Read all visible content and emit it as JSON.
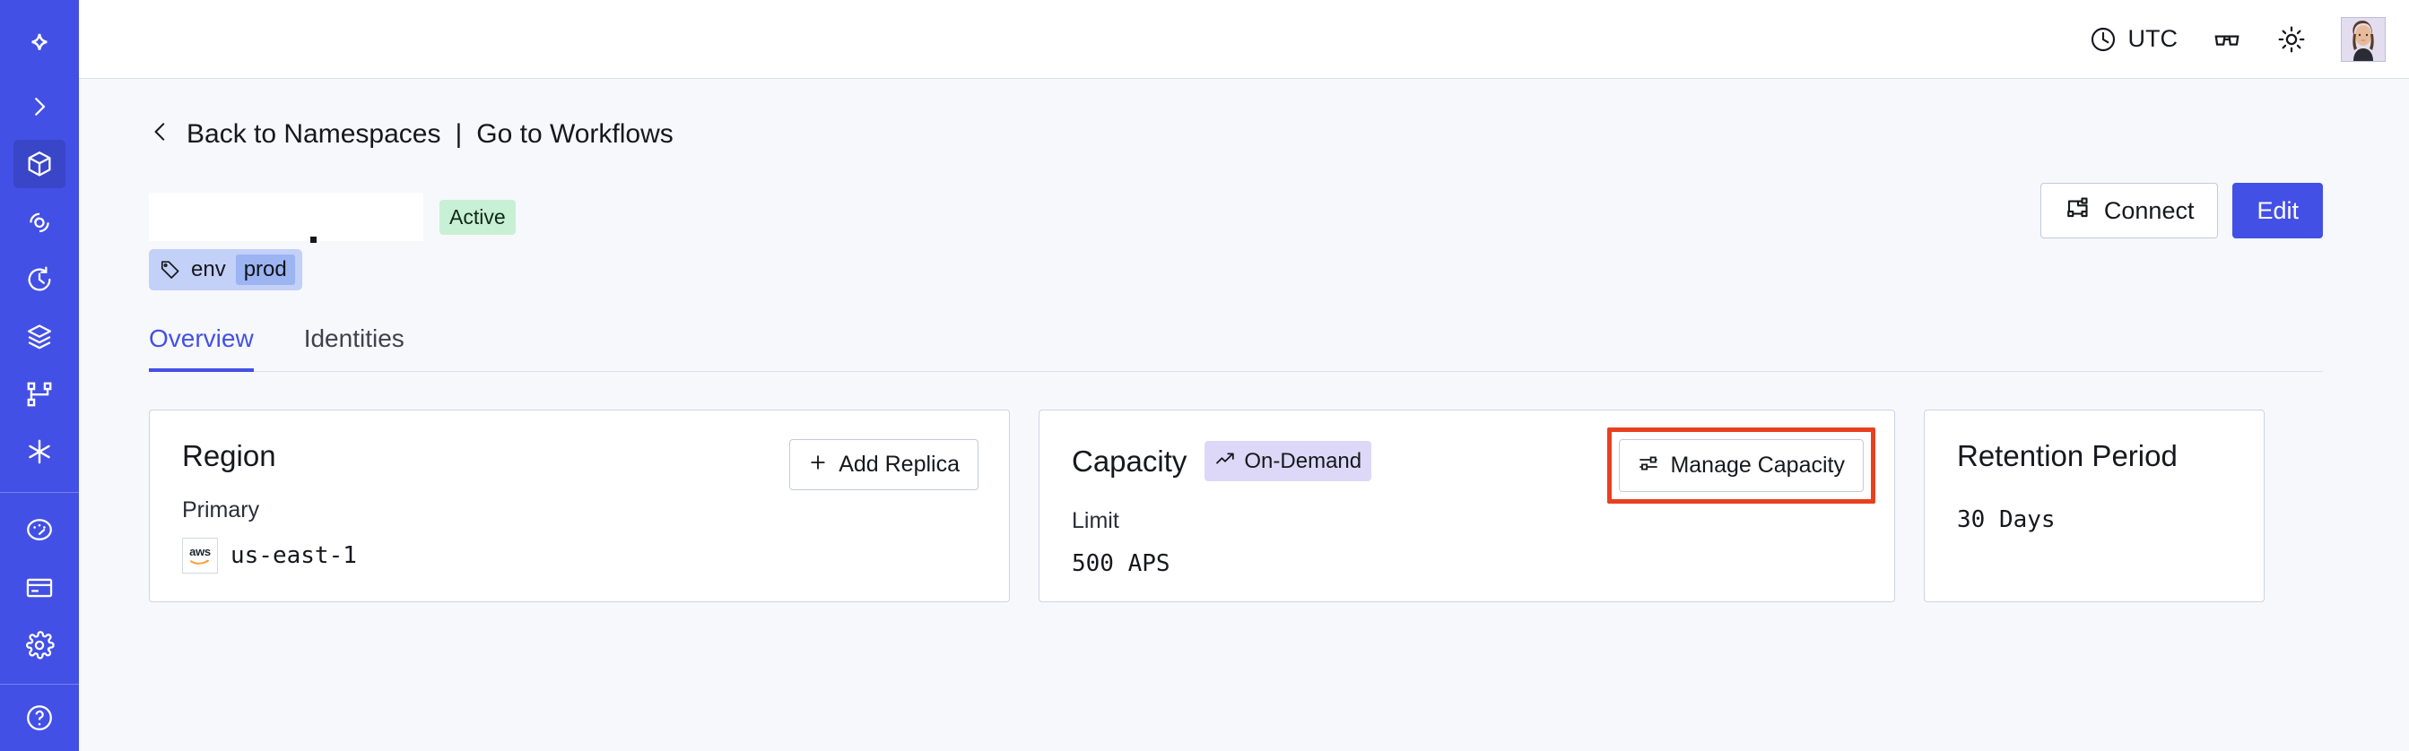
{
  "sidebar": {
    "items": [
      {
        "name": "logo",
        "icon": "spark-logo-icon",
        "active": false
      },
      {
        "name": "expand",
        "icon": "chevron-right-icon",
        "active": false
      },
      {
        "name": "namespaces",
        "icon": "cube-icon",
        "active": true
      },
      {
        "name": "observability",
        "icon": "eye-target-icon",
        "active": false
      },
      {
        "name": "schedules",
        "icon": "clock-rewind-icon",
        "active": false
      },
      {
        "name": "batch",
        "icon": "layers-icon",
        "active": false
      },
      {
        "name": "workflows",
        "icon": "git-branch-icon",
        "active": false
      },
      {
        "name": "nexus",
        "icon": "asterisk-icon",
        "active": false
      },
      {
        "name": "usage",
        "icon": "gauge-icon",
        "active": false
      },
      {
        "name": "billing",
        "icon": "credit-card-icon",
        "active": false
      },
      {
        "name": "settings",
        "icon": "gear-icon",
        "active": false
      },
      {
        "name": "help",
        "icon": "help-icon",
        "active": false
      }
    ]
  },
  "topbar": {
    "timezone": "UTC",
    "clock_icon": "clock-icon",
    "glasses_icon": "glasses-icon",
    "theme_icon": "sun-icon",
    "avatar_icon": "user-avatar"
  },
  "breadcrumb": {
    "back_icon": "chevron-left-icon",
    "back_label": "Back to Namespaces",
    "separator": "|",
    "forward_label": "Go to Workflows"
  },
  "header": {
    "title": "",
    "status": "Active",
    "connect_label": "Connect",
    "connect_icon": "connect-nodes-icon",
    "edit_label": "Edit",
    "tag": {
      "key": "env",
      "value": "prod",
      "icon": "tag-icon"
    }
  },
  "tabs": [
    {
      "label": "Overview",
      "active": true
    },
    {
      "label": "Identities",
      "active": false
    }
  ],
  "cards": {
    "region": {
      "title": "Region",
      "action_label": "Add Replica",
      "action_icon": "plus-icon",
      "sub_label": "Primary",
      "provider_icon": "aws-logo",
      "provider_text": "aws",
      "value": "us-east-1"
    },
    "capacity": {
      "title": "Capacity",
      "badge_label": "On-Demand",
      "badge_icon": "trending-up-icon",
      "action_label": "Manage Capacity",
      "action_icon": "sliders-icon",
      "sub_label": "Limit",
      "value": "500 APS"
    },
    "retention": {
      "title": "Retention Period",
      "value": "30 Days"
    }
  },
  "annotation": {
    "color": "#e8401f",
    "target": "manage-capacity-button"
  }
}
